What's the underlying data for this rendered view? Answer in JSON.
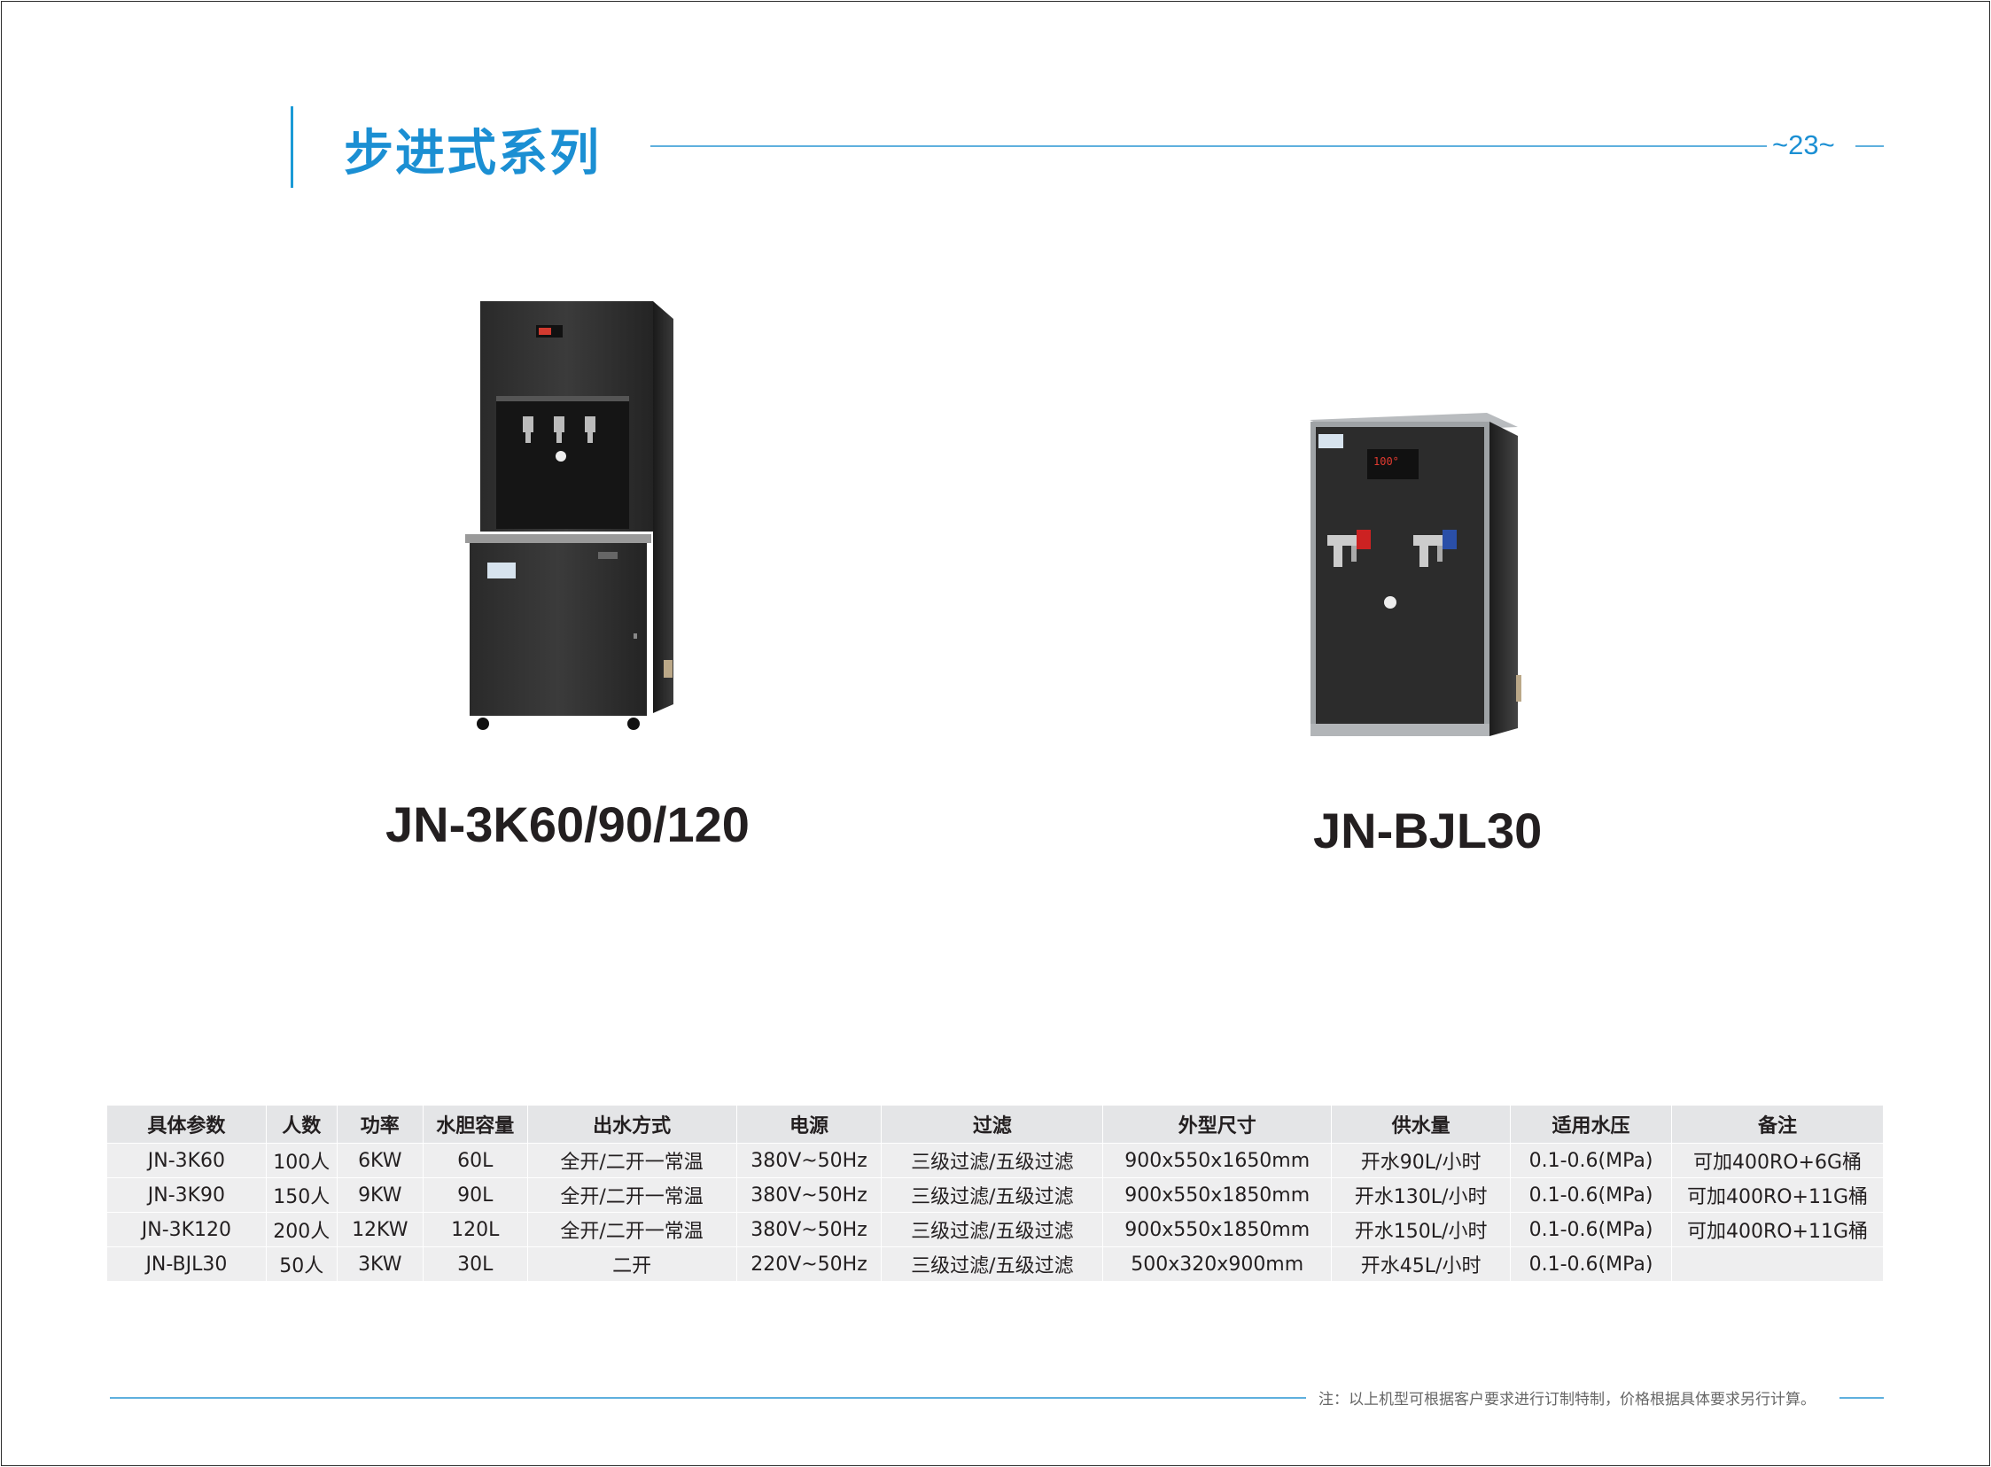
{
  "header": {
    "title": "步进式系列",
    "page_number": "~23~"
  },
  "products": [
    {
      "model": "JN-3K60/90/120"
    },
    {
      "model": "JN-BJL30",
      "display_temp": "100°"
    }
  ],
  "table": {
    "headers": [
      "具体参数",
      "人数",
      "功率",
      "水胆容量",
      "出水方式",
      "电源",
      "过滤",
      "外型尺寸",
      "供水量",
      "适用水压",
      "备注"
    ],
    "rows": [
      [
        "JN-3K60",
        "100人",
        "6KW",
        "60L",
        "全开/二开一常温",
        "380V~50Hz",
        "三级过滤/五级过滤",
        "900x550x1650mm",
        "开水90L/小时",
        "0.1-0.6(MPa)",
        "可加400RO+6G桶"
      ],
      [
        "JN-3K90",
        "150人",
        "9KW",
        "90L",
        "全开/二开一常温",
        "380V~50Hz",
        "三级过滤/五级过滤",
        "900x550x1850mm",
        "开水130L/小时",
        "0.1-0.6(MPa)",
        "可加400RO+11G桶"
      ],
      [
        "JN-3K120",
        "200人",
        "12KW",
        "120L",
        "全开/二开一常温",
        "380V~50Hz",
        "三级过滤/五级过滤",
        "900x550x1850mm",
        "开水150L/小时",
        "0.1-0.6(MPa)",
        "可加400RO+11G桶"
      ],
      [
        "JN-BJL30",
        "50人",
        "3KW",
        "30L",
        "二开",
        "220V~50Hz",
        "三级过滤/五级过滤",
        "500x320x900mm",
        "开水45L/小时",
        "0.1-0.6(MPa)",
        ""
      ]
    ]
  },
  "footer": {
    "note": "注：以上机型可根据客户要求进行订制特制，价格根据具体要求另行计算。"
  }
}
